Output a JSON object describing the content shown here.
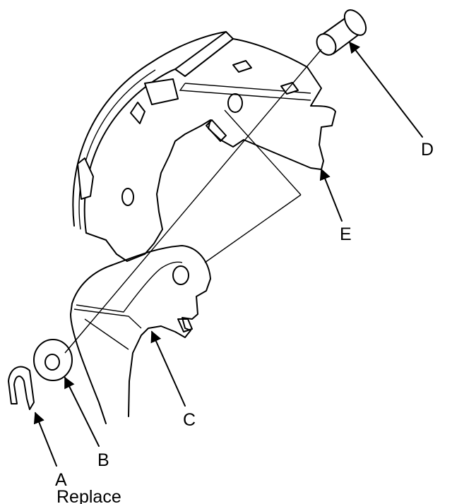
{
  "diagram": {
    "callouts": {
      "a": "A",
      "b": "B",
      "c": "C",
      "d": "D",
      "e": "E"
    },
    "note": "Replace"
  }
}
